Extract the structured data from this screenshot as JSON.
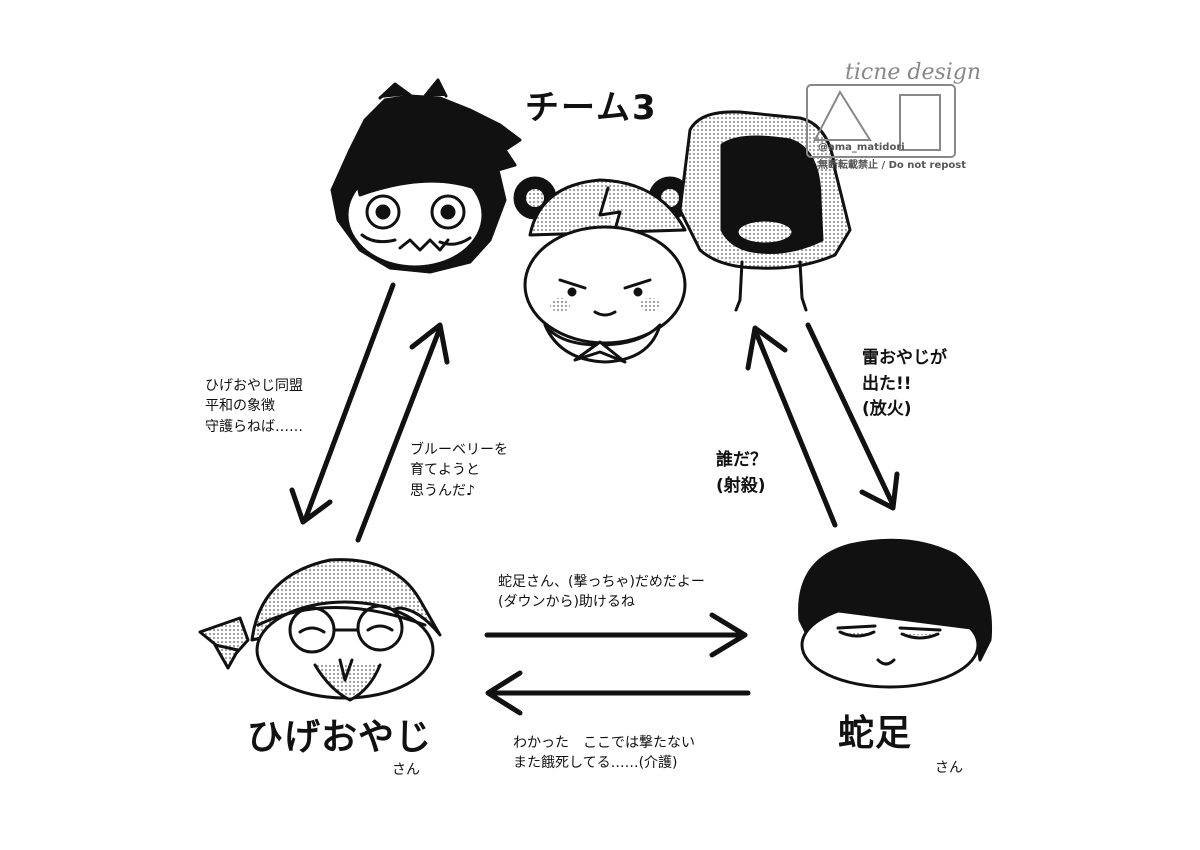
{
  "title": "チーム3",
  "watermark": {
    "logo": "ticne design",
    "handle": "@ama_matidori",
    "notice": "無断転載禁止 / Do not repost"
  },
  "characters": {
    "bottom_left": {
      "name": "ひげおやじ",
      "honorific": "さん"
    },
    "bottom_right": {
      "name": "蛇足",
      "honorific": "さん"
    }
  },
  "labels": {
    "left_down": "ひげおやじ同盟\n平和の象徴\n守護らねば……",
    "left_up": "ブルーベリーを\n育てようと\n思うんだ♪",
    "right_down": "雷おやじが\n出た!!\n(放火)",
    "right_up": "誰だ？\n(射殺)",
    "to_right": "蛇足さん、(撃っちゃ)だめだよー\n(ダウンから)助けるね",
    "to_left": "わかった　ここでは撃たない\nまた餓死してる……(介護)"
  },
  "colors": {
    "ink": "#111111",
    "tone": "#b8b8b8",
    "paper": "#ffffff"
  }
}
